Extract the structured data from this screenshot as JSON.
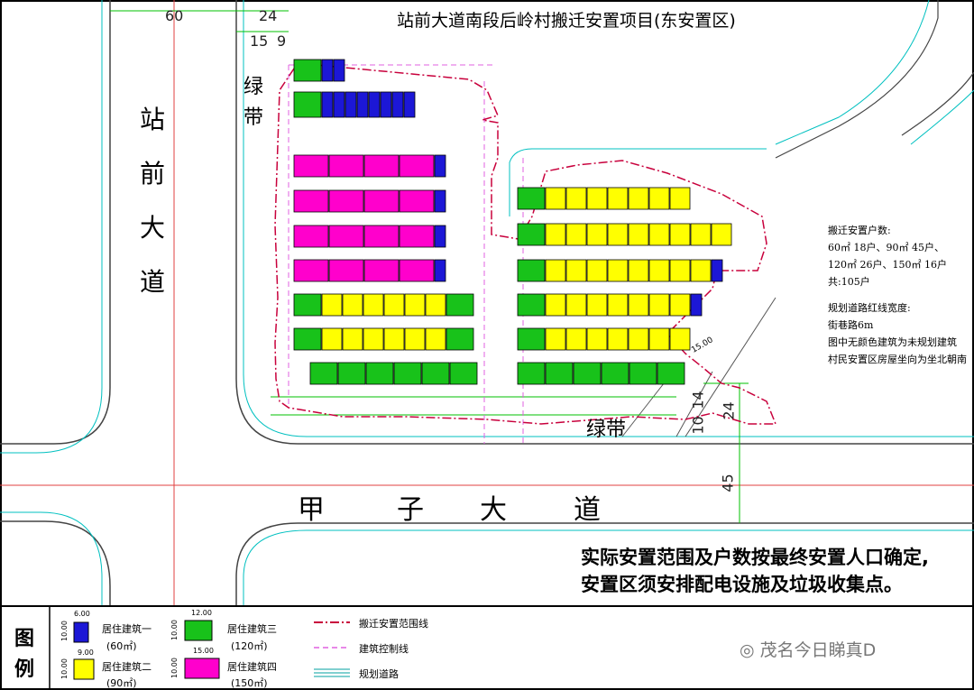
{
  "title": "站前大道南段后岭村搬迁安置项目(东安置区)",
  "roads": {
    "west_road_chars": [
      "站",
      "前",
      "大",
      "道"
    ],
    "south_road_chars": [
      "甲",
      "子",
      "大",
      "道"
    ]
  },
  "dimensions": {
    "top_60": "60",
    "top_24": "24",
    "top_15": "15",
    "top_9": "9",
    "right_14": "14",
    "right_24": "24",
    "right_10": "10",
    "right_45": "45",
    "road_15": "15.00"
  },
  "green_belts": {
    "west": [
      "绿",
      "带"
    ],
    "south": "绿带"
  },
  "info_panel": {
    "heading": "搬迁安置户数:",
    "line1": "60㎡ 18户、90㎡ 45户、",
    "line2": "120㎡ 26户、150㎡ 16户",
    "line3": "共:105户",
    "heading2": "规划道路红线宽度:",
    "line4": "街巷路6m",
    "line5": "图中无颜色建筑为未规划建筑",
    "line6": "村民安置区房屋坐向为坐北朝南"
  },
  "note": {
    "line1": "实际安置范围及户数按最终安置人口确定,",
    "line2": "安置区须安排配电设施及垃圾收集点。"
  },
  "legend": {
    "title_chars": [
      "图",
      "例"
    ],
    "items": [
      {
        "name": "居住建筑一",
        "area": "(60㎡)",
        "color": "#1c17d6",
        "w": "6.00",
        "h": "10.00"
      },
      {
        "name": "居住建筑二",
        "area": "(90㎡)",
        "color": "#ffff00",
        "w": "9.00",
        "h": "10.00"
      },
      {
        "name": "居住建筑三",
        "area": "(120㎡)",
        "color": "#18c21a",
        "w": "12.00",
        "h": "10.00"
      },
      {
        "name": "居住建筑四",
        "area": "(150㎡)",
        "color": "#ff00cc",
        "w": "15.00",
        "h": "10.00"
      }
    ],
    "lines": [
      {
        "label": "搬迁安置范围线",
        "color": "#c8003c"
      },
      {
        "label": "建筑控制线",
        "color": "#e060e0"
      },
      {
        "label": "规划道路",
        "color": "#00b0b0"
      }
    ]
  },
  "watermark": "茂名今日睇真D",
  "plots": {
    "rows": [
      {
        "label": "r1",
        "types": [
          "120",
          "60",
          "60"
        ]
      },
      {
        "label": "r2",
        "types": [
          "120",
          "60",
          "60",
          "60",
          "60",
          "60",
          "60",
          "60",
          "60"
        ]
      },
      {
        "label": "r3",
        "types": [
          "150",
          "150",
          "150",
          "150",
          "60"
        ]
      },
      {
        "label": "r4",
        "types": [
          "150",
          "150",
          "150",
          "150",
          "60"
        ]
      },
      {
        "label": "r5",
        "types": [
          "150",
          "150",
          "150",
          "150",
          "60"
        ]
      },
      {
        "label": "r6",
        "types": [
          "150",
          "150",
          "150",
          "150",
          "60"
        ]
      },
      {
        "label": "r7",
        "types": [
          "120",
          "90",
          "90",
          "90",
          "90",
          "90",
          "90",
          "120"
        ]
      },
      {
        "label": "r8",
        "types": [
          "120",
          "90",
          "90",
          "90",
          "90",
          "90",
          "90",
          "120"
        ]
      },
      {
        "label": "r9",
        "types": [
          "120",
          "120",
          "120",
          "120",
          "120",
          "120"
        ]
      }
    ],
    "east_rows": [
      {
        "types": [
          "120",
          "90",
          "90",
          "90",
          "90",
          "90",
          "90",
          "90"
        ]
      },
      {
        "types": [
          "120",
          "90",
          "90",
          "90",
          "90",
          "90",
          "90",
          "90",
          "90",
          "90"
        ]
      },
      {
        "types": [
          "120",
          "90",
          "90",
          "90",
          "90",
          "90",
          "90",
          "90",
          "90",
          "60"
        ]
      },
      {
        "types": [
          "120",
          "90",
          "90",
          "90",
          "90",
          "90",
          "90",
          "90",
          "60"
        ]
      },
      {
        "types": [
          "120",
          "90",
          "90",
          "90",
          "90",
          "90",
          "90",
          "90"
        ]
      },
      {
        "types": [
          "120",
          "120",
          "120",
          "120",
          "120",
          "120"
        ]
      }
    ]
  }
}
